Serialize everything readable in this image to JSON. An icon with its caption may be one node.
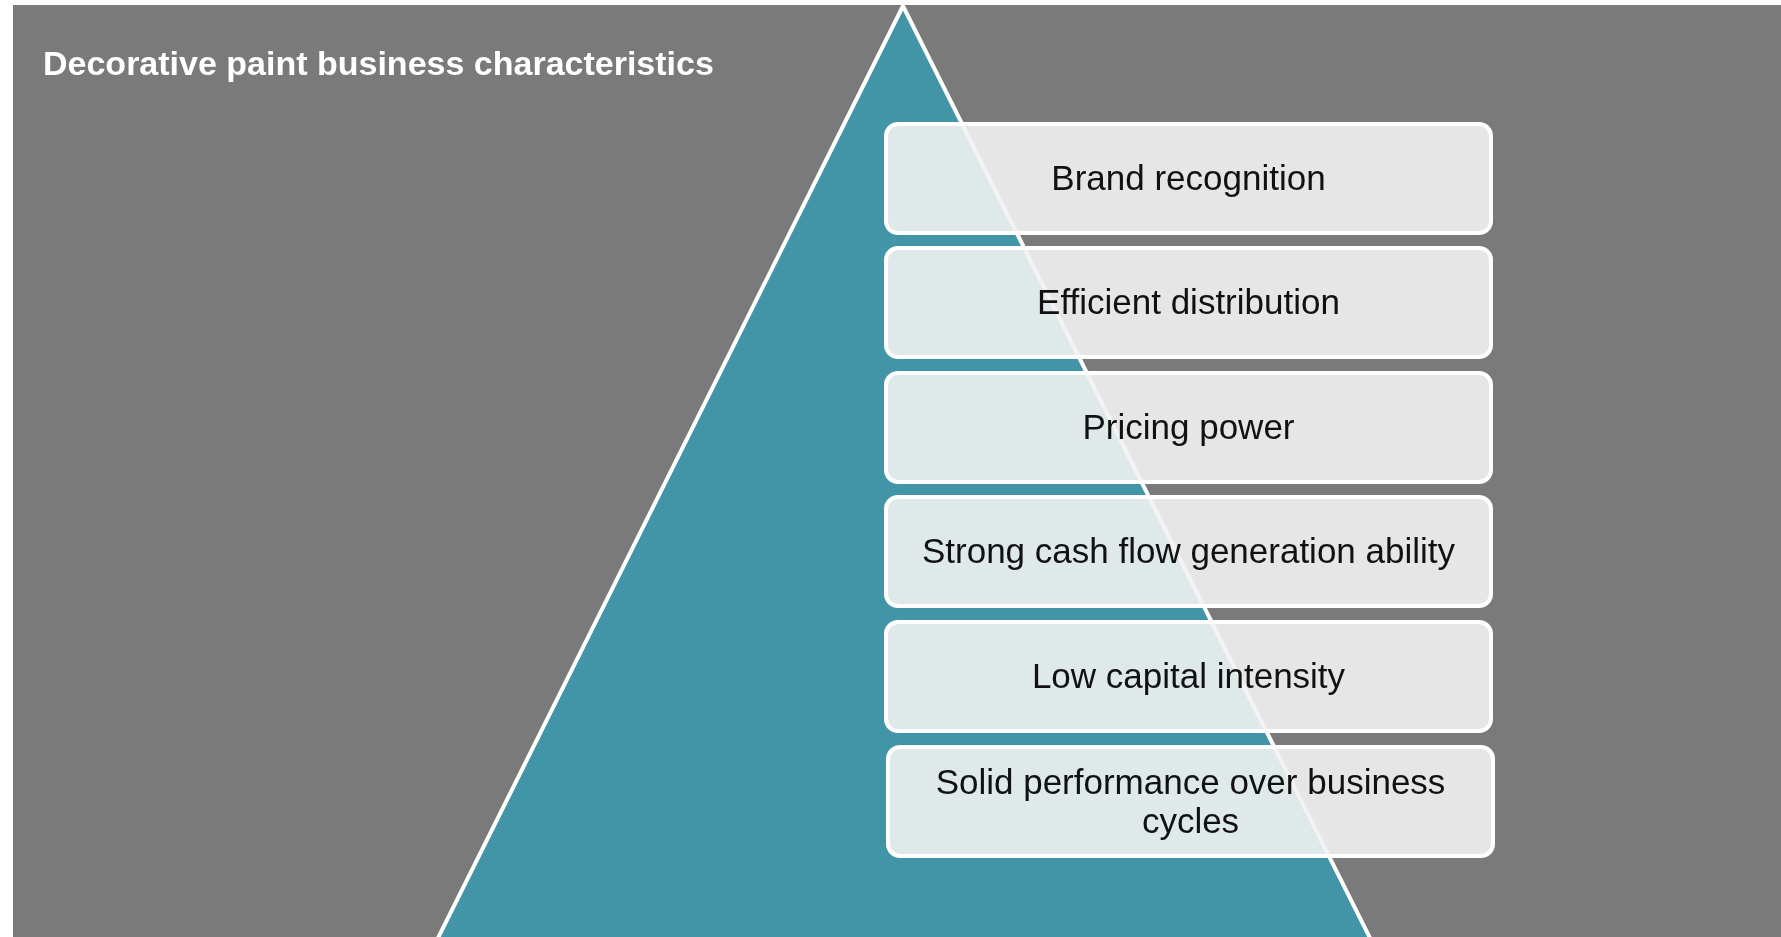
{
  "diagram": {
    "title": "Decorative paint business characteristics",
    "nodes": [
      {
        "text": [
          "Brand recognition"
        ]
      },
      {
        "text": [
          "Efficient distribution"
        ]
      },
      {
        "text": [
          "Pricing power"
        ]
      },
      {
        "text": [
          "Strong cash flow generation ability"
        ]
      },
      {
        "text": [
          "Low capital intensity"
        ]
      },
      {
        "text": [
          "Solid performance over business cycles"
        ]
      }
    ]
  }
}
